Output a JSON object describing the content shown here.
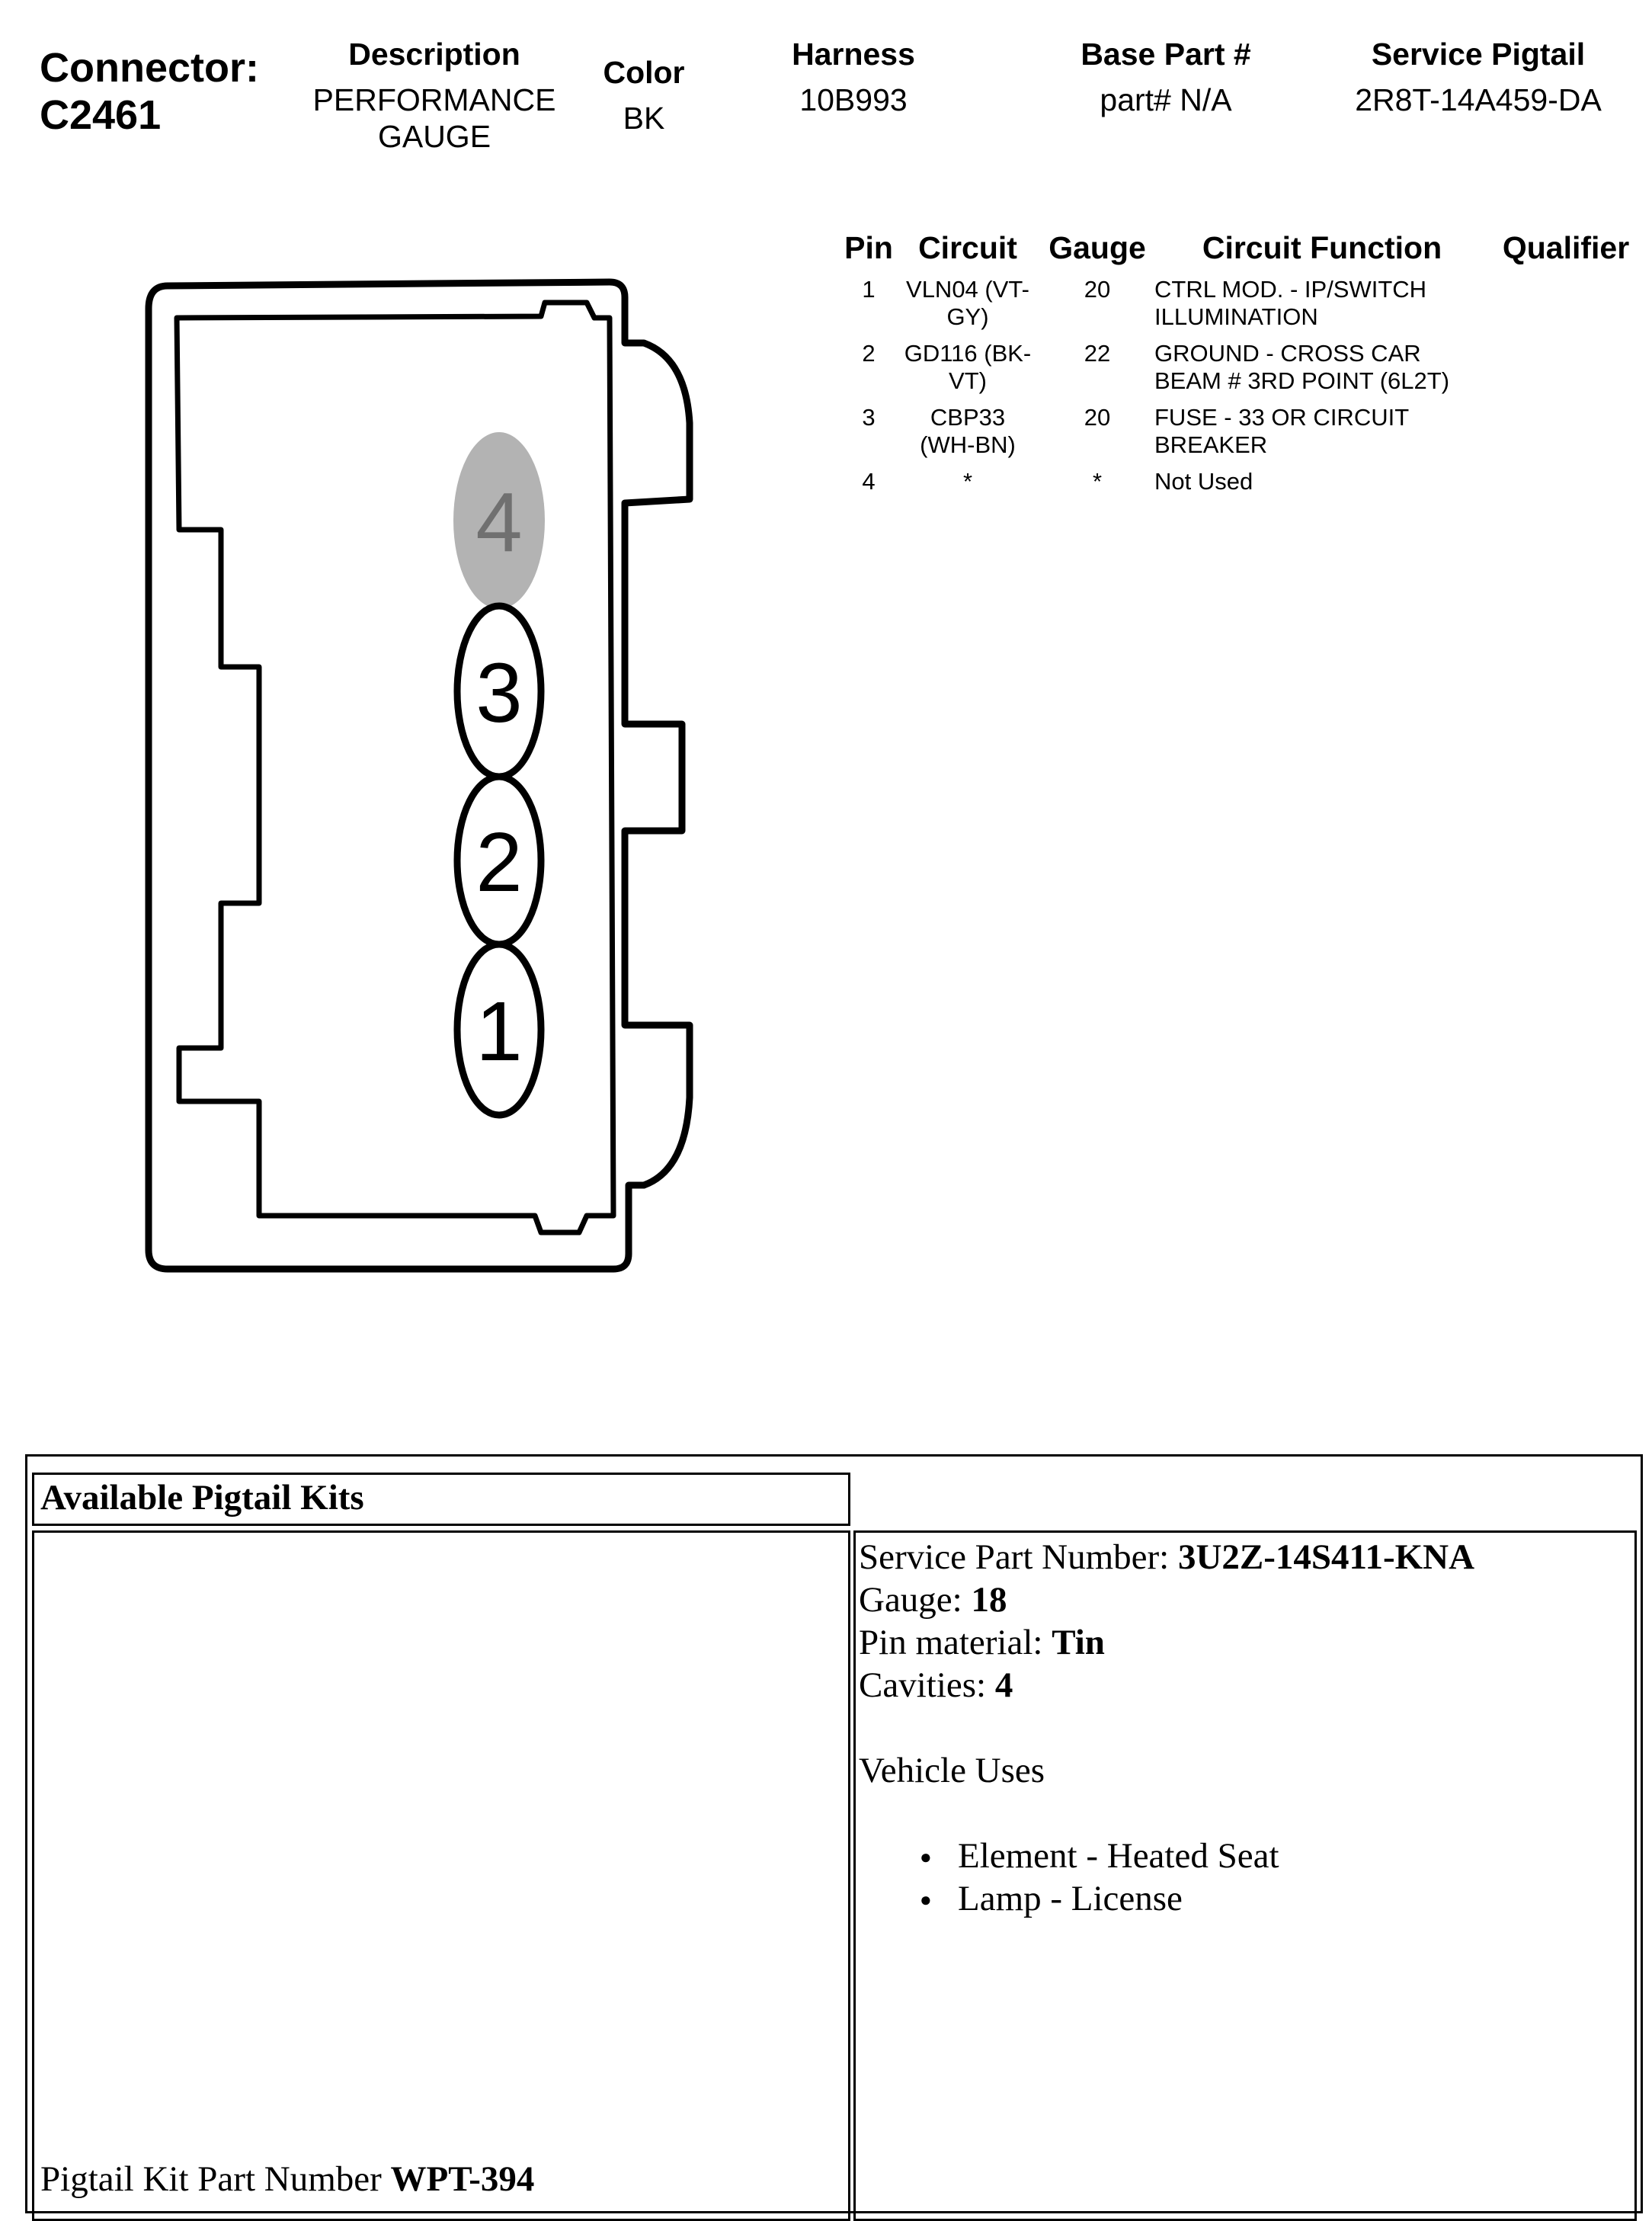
{
  "header": {
    "connector_label": "Connector:",
    "connector_id": "C2461",
    "description_label": "Description",
    "description_line1": "PERFORMANCE",
    "description_line2": "GAUGE",
    "color_label": "Color",
    "color_value": "BK",
    "harness_label": "Harness",
    "harness_value": "10B993",
    "base_part_label": "Base Part #",
    "base_part_value": "part# N/A",
    "service_pigtail_label": "Service Pigtail",
    "service_pigtail_value": "2R8T-14A459-DA"
  },
  "pin_table": {
    "columns": [
      "Pin",
      "Circuit",
      "Gauge",
      "Circuit Function",
      "Qualifier"
    ],
    "rows": [
      {
        "pin": "1",
        "circuit_l1": "VLN04 (VT-",
        "circuit_l2": "GY)",
        "gauge": "20",
        "function_l1": "CTRL MOD. - IP/SWITCH",
        "function_l2": "ILLUMINATION"
      },
      {
        "pin": "2",
        "circuit_l1": "GD116 (BK-",
        "circuit_l2": "VT)",
        "gauge": "22",
        "function_l1": "GROUND - CROSS CAR",
        "function_l2": "BEAM # 3RD POINT (6L2T)"
      },
      {
        "pin": "3",
        "circuit_l1": "CBP33",
        "circuit_l2": "(WH-BN)",
        "gauge": "20",
        "function_l1": "FUSE - 33 OR CIRCUIT",
        "function_l2": "BREAKER"
      },
      {
        "pin": "4",
        "circuit_l1": "*",
        "circuit_l2": "",
        "gauge": "*",
        "function_l1": "Not Used",
        "function_l2": ""
      }
    ]
  },
  "connector": {
    "cavities": [
      "4",
      "3",
      "2",
      "1"
    ],
    "unused_fill": "#b3b3b3"
  },
  "kits": {
    "title": "Available Pigtail Kits",
    "service_part_label": "Service Part Number: ",
    "service_part_value": "3U2Z-14S411-KNA",
    "gauge_label": "Gauge: ",
    "gauge_value": "18",
    "pin_material_label": "Pin material: ",
    "pin_material_value": "Tin",
    "cavities_label": "Cavities: ",
    "cavities_value": "4",
    "vehicle_uses_label": "Vehicle Uses",
    "vehicle_uses": [
      "Element - Heated Seat",
      "Lamp - License"
    ],
    "kit_part_label": "Pigtail Kit Part Number ",
    "kit_part_value": "WPT-394"
  }
}
